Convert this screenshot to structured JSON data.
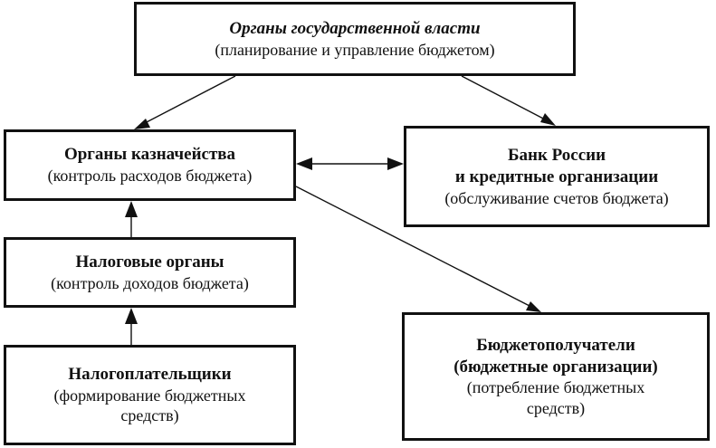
{
  "nodes": {
    "gov": {
      "title": "Органы государственной власти",
      "sub": [
        "(планирование и управление бюджетом)"
      ]
    },
    "treasury": {
      "title": "Органы казначейства",
      "sub": [
        "(контроль расходов бюджета)"
      ]
    },
    "bank": {
      "title": [
        "Банк России",
        "и кредитные организации"
      ],
      "sub": [
        "(обслуживание счетов бюджета)"
      ]
    },
    "tax": {
      "title": "Налоговые органы",
      "sub": [
        "(контроль доходов бюджета)"
      ]
    },
    "taxpayers": {
      "title": "Налогоплательщики",
      "sub": [
        "(формирование бюджетных",
        "средств)"
      ]
    },
    "recipients": {
      "title": [
        "Бюджетополучатели",
        "(бюджетные организации)"
      ],
      "sub": [
        "(потребление бюджетных",
        "средств)"
      ]
    }
  },
  "colors": {
    "line": "#111111",
    "background": "#ffffff"
  }
}
